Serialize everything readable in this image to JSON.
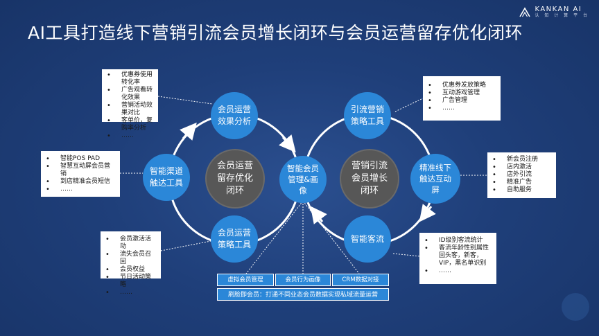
{
  "title": "AI工具打造线下营销引流会员增长闭环与会员运营留存优化闭环",
  "logo": {
    "brand": "KANKAN AI",
    "sub": "认 知 计 算 平 台"
  },
  "center_left": "会员运营\n留存优化\n闭环",
  "center_right": "营销引流\n会员增长\n闭环",
  "hub": "智能会员\n管理&画\n像",
  "nodes": {
    "member_effect": "会员运营\n效果分析",
    "channel_reach": "智能渠道\n触达工具",
    "member_strategy": "会员运营\n策略工具",
    "lead_strategy": "引流营销\n策略工具",
    "precision_screen": "精准线下\n触达互动\n屏",
    "smart_traffic": "智能客流"
  },
  "boxes": {
    "top_left": [
      "优惠券使用转化率",
      "广告观看转化效果",
      "营销活动效果对比",
      "客单价，复购率分析",
      "……"
    ],
    "mid_left": [
      "智能POS PAD",
      "智慧互动屏会员营销",
      "到店精准会员短信",
      "……"
    ],
    "bottom_left": [
      "会员激活活动",
      "流失会员召回",
      "会员权益",
      "节日活动策略",
      "……"
    ],
    "top_right": [
      "优惠券发放策略",
      "互动游戏管理",
      "广告管理",
      "……"
    ],
    "mid_right": [
      "新会员注册",
      "店内激活",
      "店外引流",
      "精准广告",
      "自助服务"
    ],
    "bottom_right": [
      "ID级别客流统计",
      "客流年龄性别属性",
      "回头客，新客，",
      "VIP，黑名单识别",
      "……"
    ]
  },
  "tabs": [
    "虚拟会员管理",
    "会员行为画像",
    "CRM数据对接"
  ],
  "banner": "刷脸即会员：打通不同业态会员数据实现私域流量运营"
}
